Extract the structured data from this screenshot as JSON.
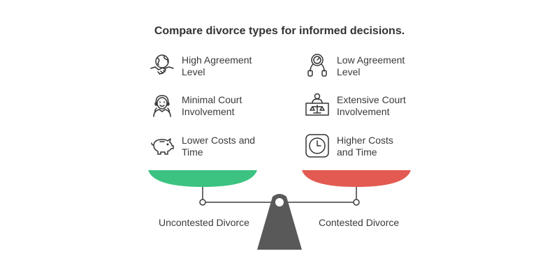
{
  "title": "Compare divorce types for informed decisions.",
  "left": {
    "name": "Uncontested Divorce",
    "color": "#3cc381",
    "items": [
      {
        "label": "High Agreement\nLevel",
        "icon": "handshake-globe-icon"
      },
      {
        "label": "Minimal Court\nInvolvement",
        "icon": "smiling-person-icon"
      },
      {
        "label": "Lower Costs and\nTime",
        "icon": "piggy-bank-icon"
      }
    ]
  },
  "right": {
    "name": "Contested Divorce",
    "color": "#e35a52",
    "items": [
      {
        "label": "Low Agreement\nLevel",
        "icon": "pressure-gauge-icon"
      },
      {
        "label": "Extensive Court\nInvolvement",
        "icon": "judge-scales-icon"
      },
      {
        "label": "Higher Costs\nand Time",
        "icon": "clock-icon"
      }
    ]
  }
}
